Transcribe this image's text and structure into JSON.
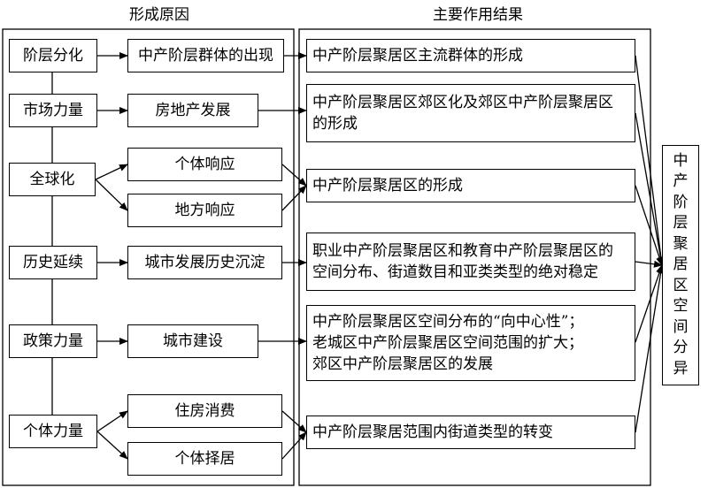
{
  "headers": {
    "left": "形成原因",
    "right": "主要作用结果"
  },
  "causes": [
    "阶层分化",
    "市场力量",
    "全球化",
    "历史延续",
    "政策力量",
    "个体力量"
  ],
  "mechanisms": [
    "中产阶层群体的出现",
    "房地产发展",
    "个体响应",
    "地方响应",
    "城市发展历史沉淀",
    "城市建设",
    "住房消费",
    "个体择居"
  ],
  "results": [
    [
      "中产阶层聚居区主流群体的形成"
    ],
    [
      "中产阶层聚居区郊区化及郊区中产阶层聚居区",
      "的形成"
    ],
    [
      "中产阶层聚居区的形成"
    ],
    [
      "职业中产阶层聚居区和教育中产阶层聚居区的",
      "空间分布、街道数目和亚类类型的绝对稳定"
    ],
    [
      "中产阶层聚居区空间分布的“向中心性”；",
      "老城区中产阶层聚居区空间范围的扩大；",
      "郊区中产阶层聚居区的发展"
    ],
    [
      "中产阶层聚居范围内街道类型的转变"
    ]
  ],
  "outcome": [
    "中",
    "产",
    "阶",
    "层",
    "聚",
    "居",
    "区",
    "空",
    "间",
    "分",
    "异"
  ]
}
